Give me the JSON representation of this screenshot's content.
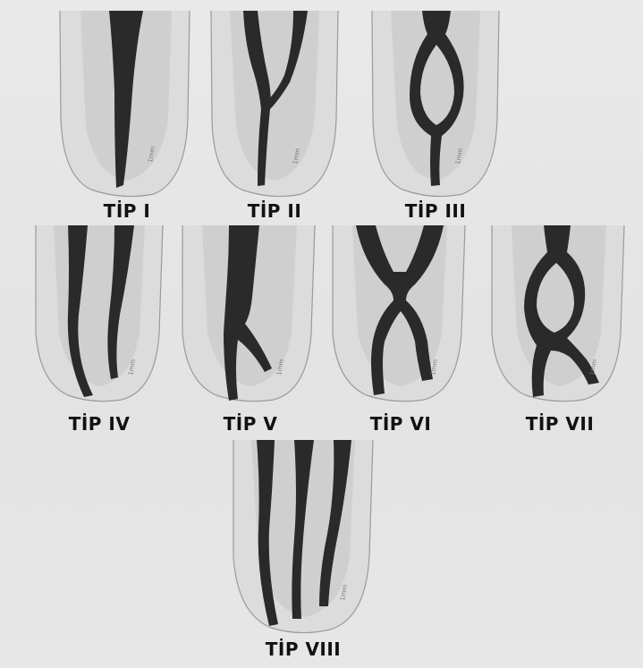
{
  "types": [
    {
      "id": "I",
      "label": "TİP I"
    },
    {
      "id": "II",
      "label": "TİP II"
    },
    {
      "id": "III",
      "label": "TİP III"
    },
    {
      "id": "IV",
      "label": "TİP IV"
    },
    {
      "id": "V",
      "label": "TİP V"
    },
    {
      "id": "VI",
      "label": "TİP VI"
    },
    {
      "id": "VII",
      "label": "TİP VII"
    },
    {
      "id": "VIII",
      "label": "TİP VIII"
    }
  ],
  "colors": {
    "canal": "#2a2a2a",
    "root": "#dcdcdc",
    "background": "#e6e6e6"
  }
}
